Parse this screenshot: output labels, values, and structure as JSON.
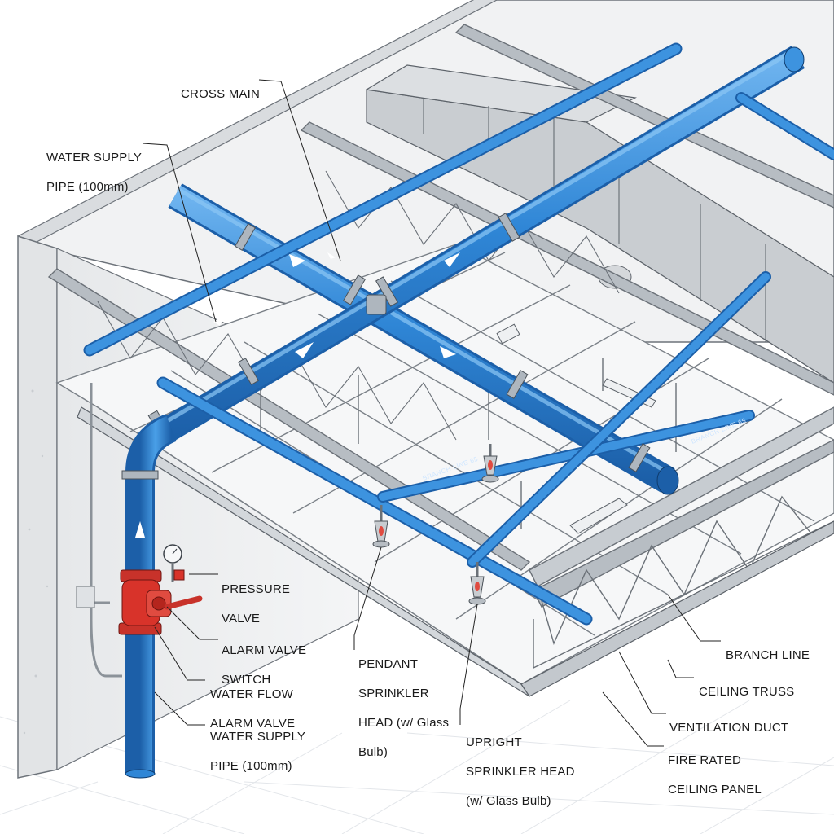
{
  "labels": {
    "cross_main": "CROSS MAIN",
    "water_supply_top": [
      "WATER SUPPLY",
      "PIPE (100mm)"
    ],
    "pressure_valve": [
      "PRESSURE",
      "VALVE"
    ],
    "alarm_valve_switch": [
      "ALARM VALVE",
      "SWITCH"
    ],
    "water_flow_alarm_valve": [
      "WATER FLOW",
      "ALARM VALVE"
    ],
    "water_supply_bottom": [
      "WATER SUPPLY",
      "PIPE (100mm)"
    ],
    "pendant_sprinkler": [
      "PENDANT",
      "SPRINKLER",
      "HEAD (w/ Glass",
      "Bulb)"
    ],
    "upright_sprinkler": [
      "UPRIGHT",
      "SPRINKLER HEAD",
      "(w/ Glass Bulb)"
    ],
    "branch_line": "BRANCH LINE",
    "ceiling_truss": "CEILING TRUSS",
    "ventilation_duct": "VENTILATION DUCT",
    "fire_rated_panel": [
      "FIRE RATED",
      "CEILING PANEL"
    ]
  },
  "pipe_markings": {
    "branch_line_a": "BRANCH LINE 65",
    "branch_line_b": "BRANCH LINE 65"
  },
  "colors": {
    "pipe_blue": "#2f86d6",
    "pipe_dark": "#1c5fa8",
    "valve_red": "#d8332a",
    "steel": "#9aa3ab",
    "leader": "#222222"
  }
}
